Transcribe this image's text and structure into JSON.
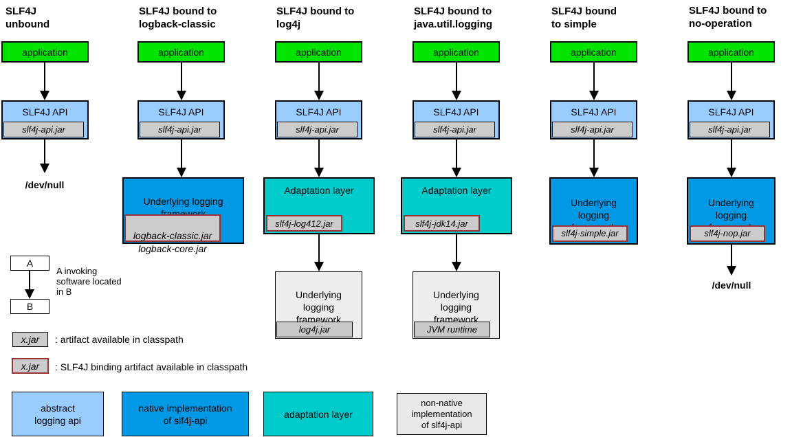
{
  "colors": {
    "application_green": "#00E400",
    "abstract_api_light_blue": "#99CCFF",
    "native_impl_blue": "#0099E6",
    "adaptation_teal": "#00CCCC",
    "artifact_gray": "#CCCCCC",
    "framework_light_gray": "#EDEDED",
    "binding_border_red": "#993333"
  },
  "columns": [
    {
      "title": "SLF4J\nunbound",
      "app": "application",
      "api": "SLF4J API",
      "api_jar": "slf4j-api.jar",
      "devnull": "/dev/null"
    },
    {
      "title": "SLF4J bound to\nlogback-classic",
      "app": "application",
      "api": "SLF4J API",
      "api_jar": "slf4j-api.jar",
      "framework": "Underlying logging\nframework",
      "framework_jar": "logback-classic.jar\nlogback-core.jar"
    },
    {
      "title": "SLF4J bound to\nlog4j",
      "app": "application",
      "api": "SLF4J API",
      "api_jar": "slf4j-api.jar",
      "adaptation": "Adaptation layer",
      "adaptation_jar": "slf4j-log412.jar",
      "framework": "Underlying\nlogging\nframework",
      "framework_jar": "log4j.jar"
    },
    {
      "title": "SLF4J bound to\njava.util.logging",
      "app": "application",
      "api": "SLF4J API",
      "api_jar": "slf4j-api.jar",
      "adaptation": "Adaptation layer",
      "adaptation_jar": "slf4j-jdk14.jar",
      "framework": "Underlying\nlogging\nframework",
      "framework_jar": "JVM runtime"
    },
    {
      "title": "SLF4J bound\nto simple",
      "app": "application",
      "api": "SLF4J API",
      "api_jar": "slf4j-api.jar",
      "framework": "Underlying\nlogging\nframework",
      "framework_jar": "slf4j-simple.jar"
    },
    {
      "title": "SLF4J bound to\nno-operation",
      "app": "application",
      "api": "SLF4J API",
      "api_jar": "slf4j-api.jar",
      "framework": "Underlying\nlogging\nframework",
      "framework_jar": "slf4j-nop.jar",
      "devnull": "/dev/null"
    }
  ],
  "legend": {
    "box_a": "A",
    "box_b": "B",
    "ab_caption": "A invoking\nsoftware located\nin B",
    "jar_sample": "x.jar",
    "artifact_caption": ": artifact available in classpath",
    "binding_caption": ": SLF4J binding artifact available in classpath"
  },
  "key": {
    "abstract_api": "abstract\nlogging api",
    "native_impl": "native implementation\nof slf4j-api",
    "adaptation": "adaptation layer",
    "non_native": "non-native\nimplementation\nof slf4j-api"
  }
}
